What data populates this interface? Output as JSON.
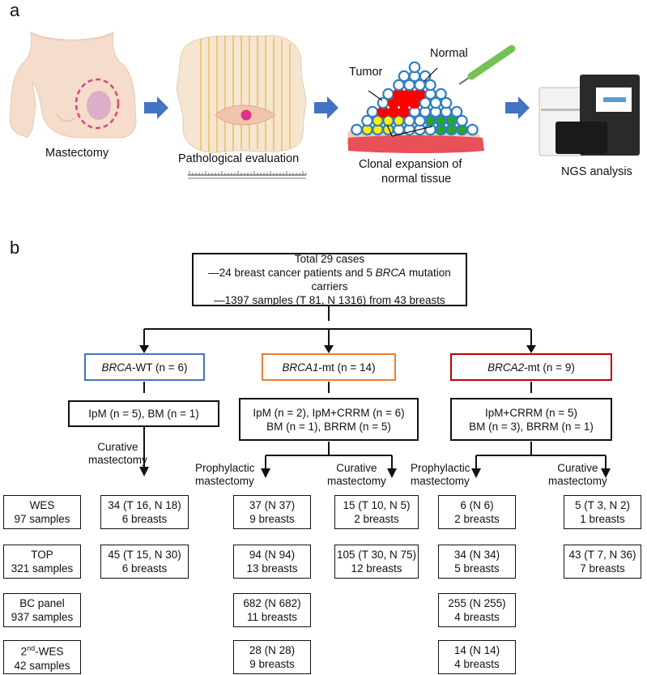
{
  "panel_a": {
    "letter": "a",
    "labels": {
      "mastectomy": "Mastectomy",
      "pathological": "Pathological evaluation",
      "tumor": "Tumor",
      "normal": "Normal",
      "clonal_line1": "Clonal expansion of",
      "clonal_line2": "normal tissue",
      "ngs": "NGS analysis"
    },
    "colors": {
      "arrow": "#4472c4",
      "skin": "#f6dccb",
      "tumor": "#ff0000",
      "clone_yellow": "#ffee00",
      "clone_green": "#2aa52a",
      "cell_ring": "#2e7fc1"
    }
  },
  "panel_b": {
    "letter": "b",
    "top": {
      "line1": "Total 29 cases",
      "line2_pre": "—24 breast cancer patients and 5 ",
      "line2_em": "BRCA",
      "line2_post": " mutation carriers",
      "line3": "—1397 samples (T 81, N 1316) from 43 breasts"
    },
    "groups": {
      "wt": {
        "em": "BRCA",
        "rest": "-WT (n = 6)",
        "color": "#4472c4",
        "sub_line1": "IpM (n = 5), BM (n = 1)"
      },
      "b1": {
        "em": "BRCA1",
        "rest": "-mt (n = 14)",
        "color": "#ed7d31",
        "sub_line1": "IpM (n = 2), IpM+CRRM (n = 6)",
        "sub_line2": "BM (n = 1), BRRM (n = 5)"
      },
      "b2": {
        "em": "BRCA2",
        "rest": "-mt (n = 9)",
        "color": "#c00000",
        "sub_line1": "IpM+CRRM (n = 5)",
        "sub_line2": "BM (n = 3), BRRM (n = 1)"
      }
    },
    "branch_labels": {
      "curative": [
        "Curative",
        "mastectomy"
      ],
      "prophylactic": [
        "Prophylactic",
        "mastectomy"
      ]
    },
    "methods": [
      {
        "name": "WES",
        "samples": "97 samples"
      },
      {
        "name": "TOP",
        "samples": "321 samples"
      },
      {
        "name": "BC panel",
        "samples": "937 samples"
      },
      {
        "name_base": "2",
        "name_sup": "nd",
        "name_rest": "-WES",
        "samples": "42 samples"
      }
    ],
    "cells": {
      "wt_cur": [
        {
          "a": "34 (T 16, N 18)",
          "b": "6 breasts"
        },
        {
          "a": "45 (T 15, N 30)",
          "b": "6 breasts"
        }
      ],
      "b1_pro": [
        {
          "a": "37 (N 37)",
          "b": "9 breasts"
        },
        {
          "a": "94 (N 94)",
          "b": "13 breasts"
        },
        {
          "a": "682 (N 682)",
          "b": "11 breasts"
        },
        {
          "a": "28 (N 28)",
          "b": "9 breasts"
        }
      ],
      "b1_cur": [
        {
          "a": "15 (T 10, N 5)",
          "b": "2 breasts"
        },
        {
          "a": "105 (T 30, N 75)",
          "b": "12 breasts"
        }
      ],
      "b2_pro": [
        {
          "a": "6 (N 6)",
          "b": "2 breasts"
        },
        {
          "a": "34 (N 34)",
          "b": "5 breasts"
        },
        {
          "a": "255 (N 255)",
          "b": "4 breasts"
        },
        {
          "a": "14 (N 14)",
          "b": "4 breasts"
        }
      ],
      "b2_cur": [
        {
          "a": "5 (T 3, N 2)",
          "b": "1 breasts"
        },
        {
          "a": "43 (T 7, N 36)",
          "b": "7 breasts"
        }
      ]
    }
  }
}
